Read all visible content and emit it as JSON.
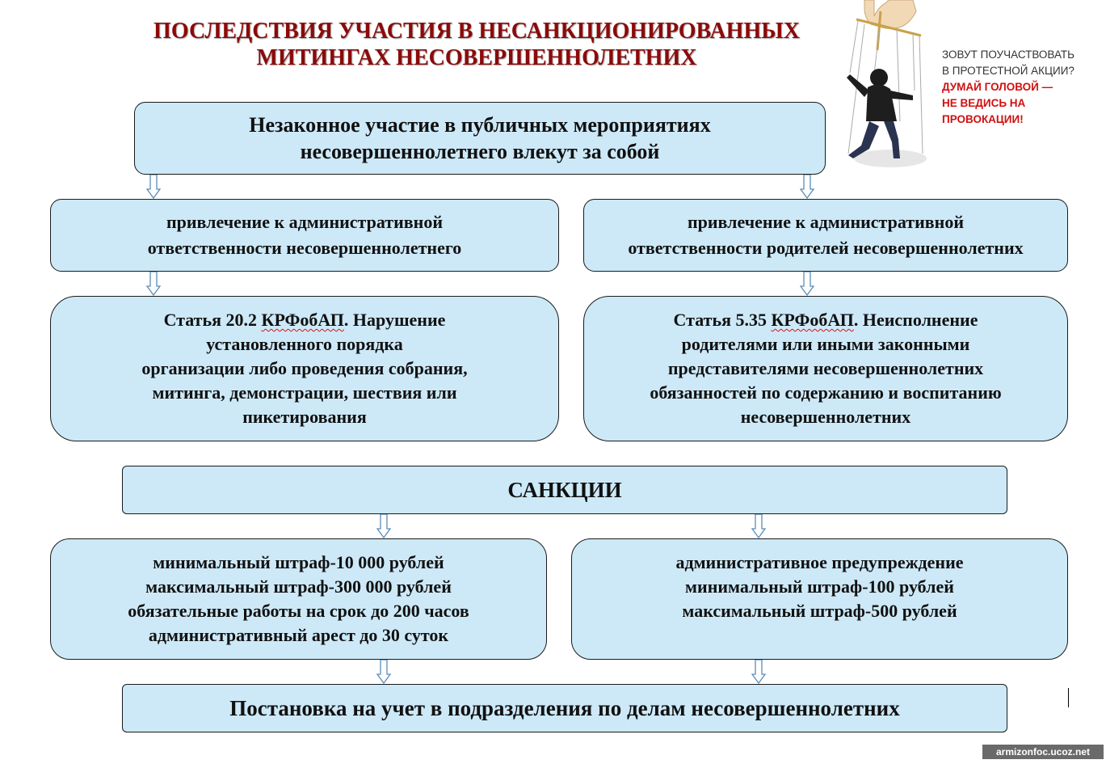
{
  "title": {
    "line1": "ПОСЛЕДСТВИЯ УЧАСТИЯ В НЕСАНКЦИОНИРОВАННЫХ",
    "line2": "МИТИНГАХ НЕСОВЕРШЕННОЛЕТНИХ"
  },
  "ad": {
    "line1": "ЗОВУТ ПОУЧАСТВОВАТЬ",
    "line2": "В ПРОТЕСТНОЙ АКЦИИ?",
    "line3": "ДУМАЙ ГОЛОВОЙ —",
    "line4": "НЕ ВЕДИСЬ НА ПРОВОКАЦИИ!",
    "accent_color": "#d01010"
  },
  "top_box": {
    "line1": "Незаконное участие в публичных мероприятиях",
    "line2": "несовершеннолетнего влекут за собой"
  },
  "left_branch": {
    "responsibility": {
      "line1": "привлечение к административной",
      "line2": "ответственности несовершеннолетнего"
    },
    "article": {
      "prefix": "Статья 20.2 ",
      "code": "КРФобАП",
      "suffix": ". Нарушение",
      "line2": "установленного порядка",
      "line3": "организации либо проведения собрания,",
      "line4": "митинга, демонстрации, шествия или",
      "line5": "пикетирования"
    },
    "sanctions": {
      "line1": "минимальный штраф-10 000 рублей",
      "line2": "максимальный штраф-300 000 рублей",
      "line3": "обязательные работы на срок до 200 часов",
      "line4": "административный арест до 30 суток"
    }
  },
  "right_branch": {
    "responsibility": {
      "line1": "привлечение к административной",
      "line2": "ответственности родителей несовершеннолетних"
    },
    "article": {
      "prefix": "Статья 5.35 ",
      "code": "КРФобАП",
      "suffix": ". Неисполнение",
      "line2": "родителями или иными законными",
      "line3": "представителями несовершеннолетних",
      "line4": "обязанностей по содержанию и воспитанию",
      "line5": "несовершеннолетних"
    },
    "sanctions": {
      "line1": "административное предупреждение",
      "line2": "минимальный штраф-100 рублей",
      "line3": "максимальный штраф-500 рублей"
    }
  },
  "sanctions_header": "САНКЦИИ",
  "bottom_box": "Постановка на учет в подразделения по делам несовершеннолетних",
  "credit": "armizonfoc.ucoz.net",
  "colors": {
    "box_fill": "#cde9f8",
    "title": "#8b0a0a"
  }
}
